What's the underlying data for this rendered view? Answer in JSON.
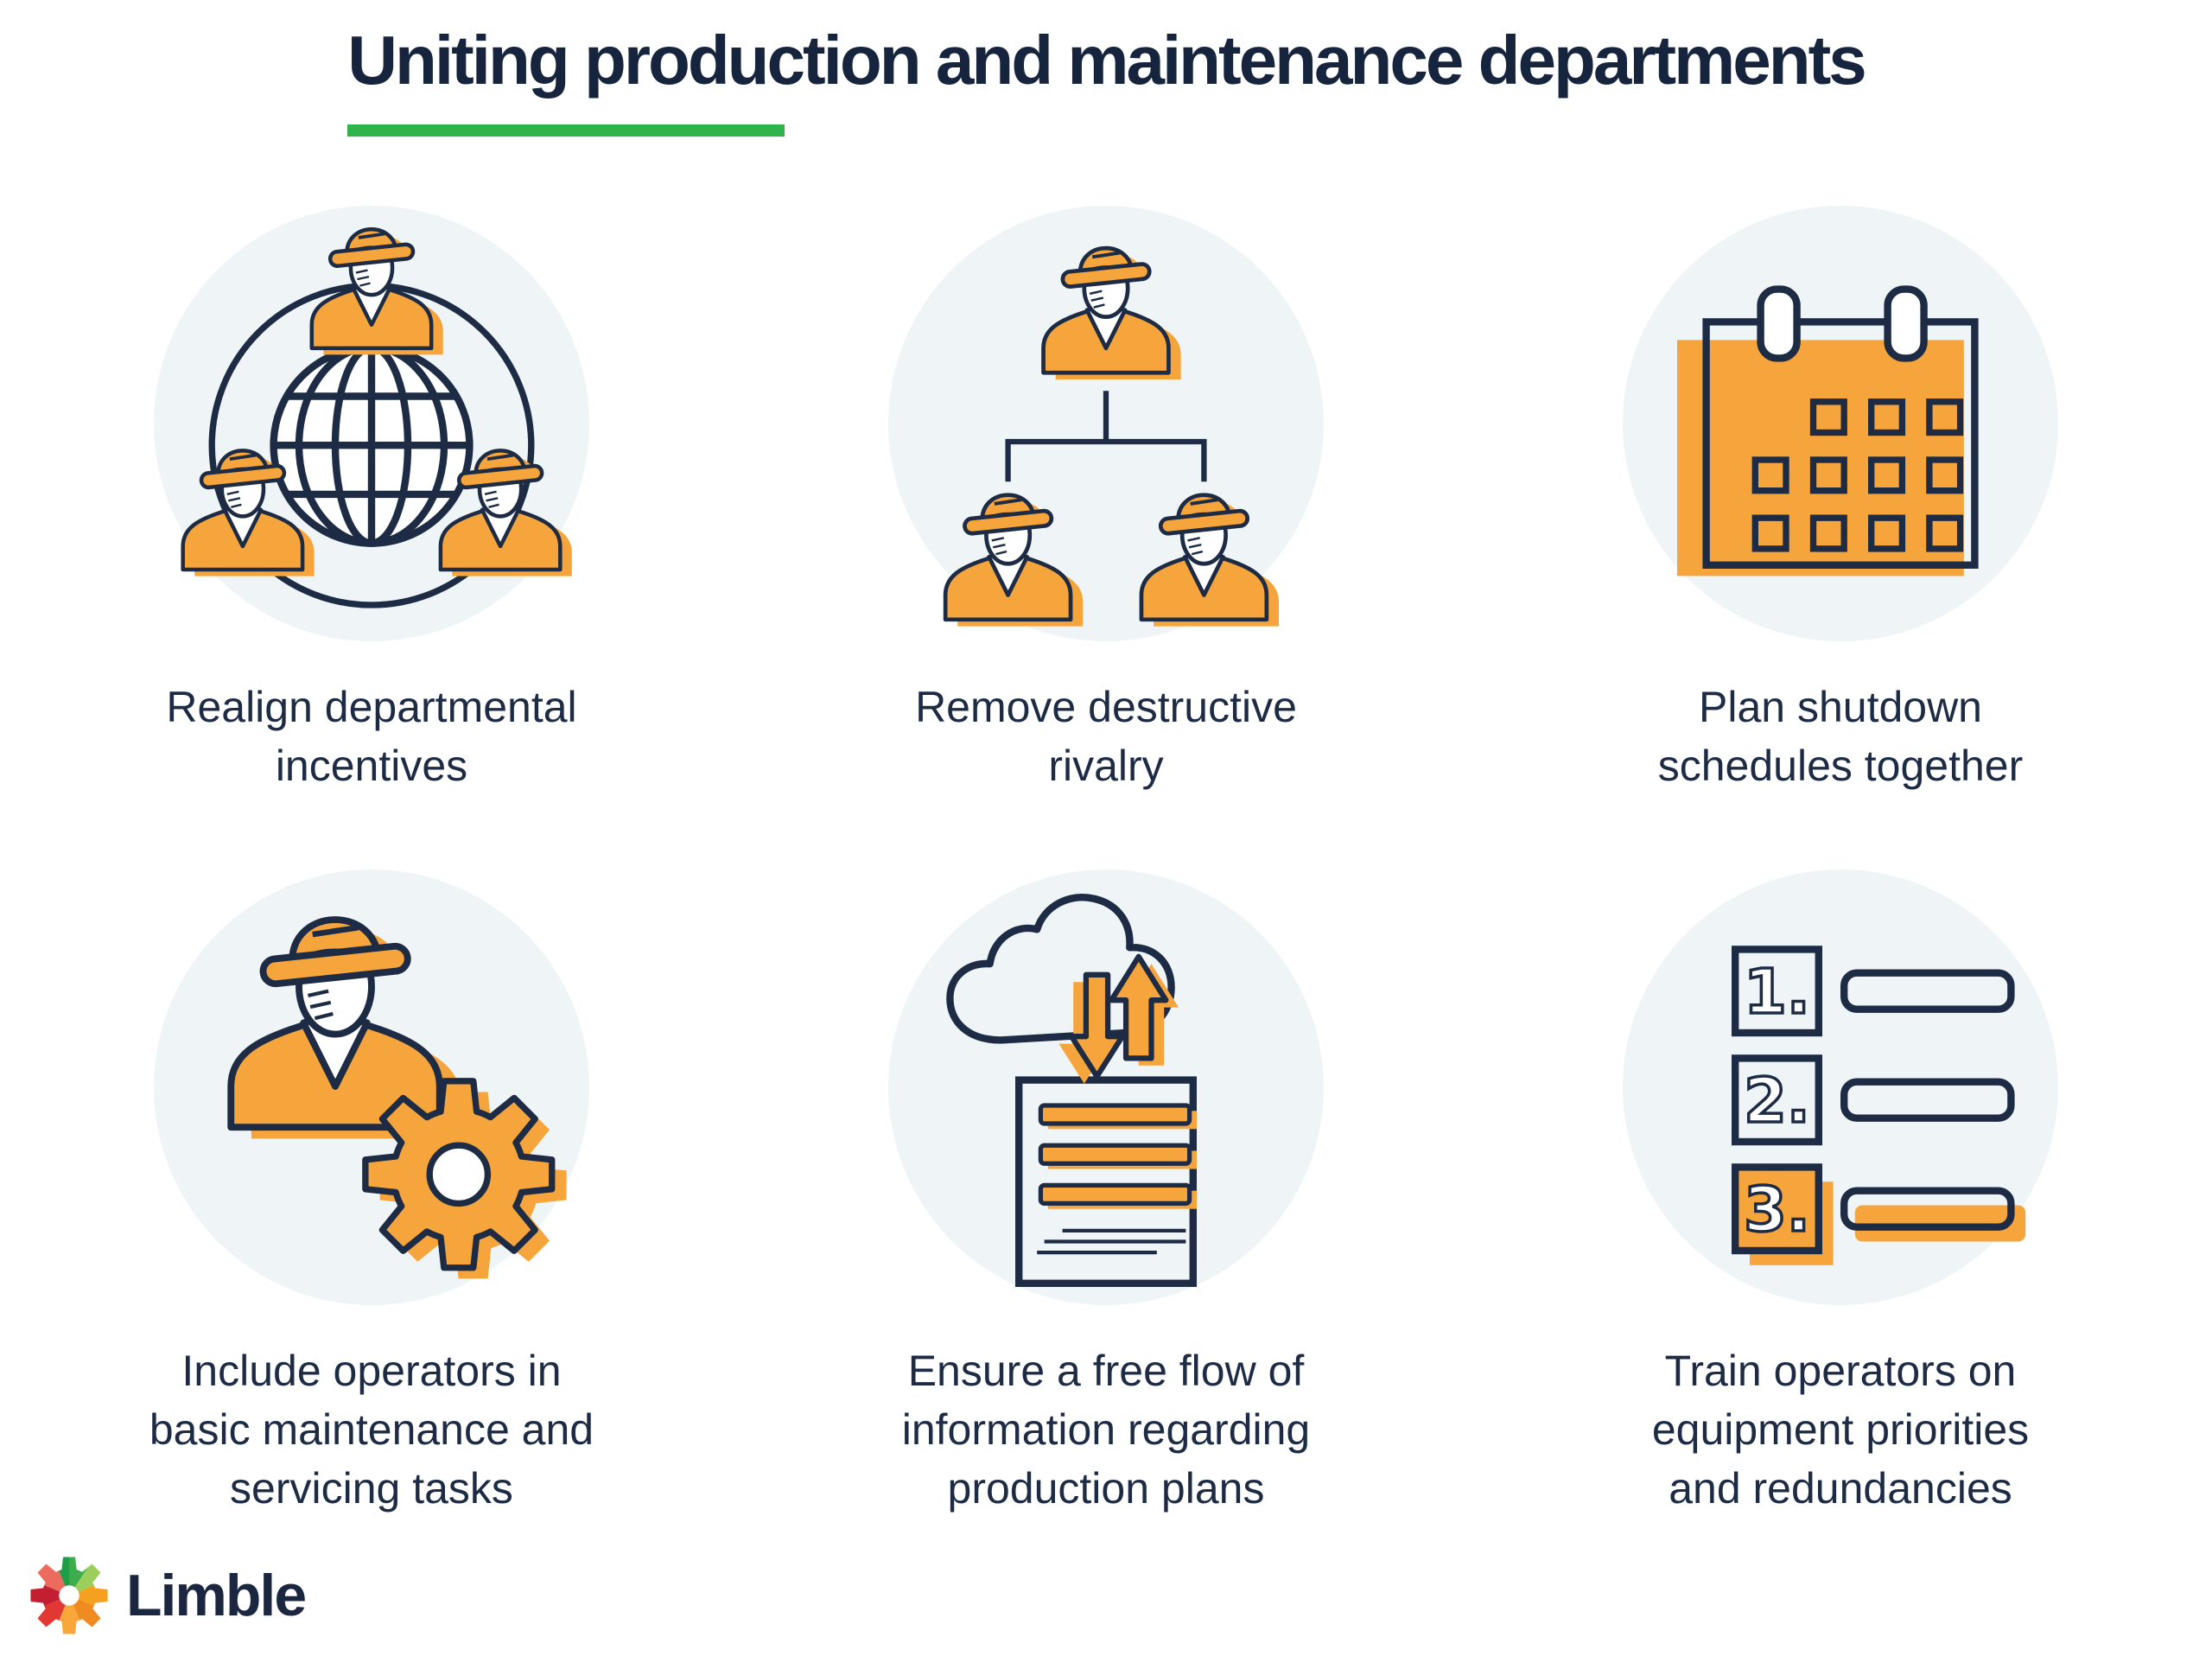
{
  "title": "Uniting production and maintenance departments",
  "colors": {
    "navy": "#1D2B45",
    "orange": "#F6A53C",
    "circle_background": "#EFF4F7",
    "green_underline": "#2FB44B",
    "title_text": "#16243D"
  },
  "tiles": [
    {
      "icon": "workers-around-globe",
      "lines": [
        "Realign departmental",
        "incentives"
      ]
    },
    {
      "icon": "worker-hierarchy",
      "lines": [
        "Remove destructive",
        "rivalry"
      ]
    },
    {
      "icon": "calendar",
      "lines": [
        "Plan shutdown",
        "schedules together"
      ]
    },
    {
      "icon": "worker-with-gear",
      "lines": [
        "Include operators in",
        "basic maintenance and",
        "servicing tasks"
      ]
    },
    {
      "icon": "cloud-document-sync",
      "lines": [
        "Ensure a free flow of",
        "information regarding",
        "production plans"
      ]
    },
    {
      "icon": "numbered-list",
      "lines": [
        "Train operators on",
        "equipment priorities",
        "and redundancies"
      ],
      "numbers": [
        "1.",
        "2.",
        "3."
      ]
    }
  ],
  "logo": {
    "text": "Limble",
    "gear_colors": [
      "#ED6A5E",
      "#1E9E49",
      "#3BAD4C",
      "#9CCE5B",
      "#F6A01F",
      "#EF8B20",
      "#F9A63B",
      "#E23834",
      "#C22030"
    ]
  }
}
